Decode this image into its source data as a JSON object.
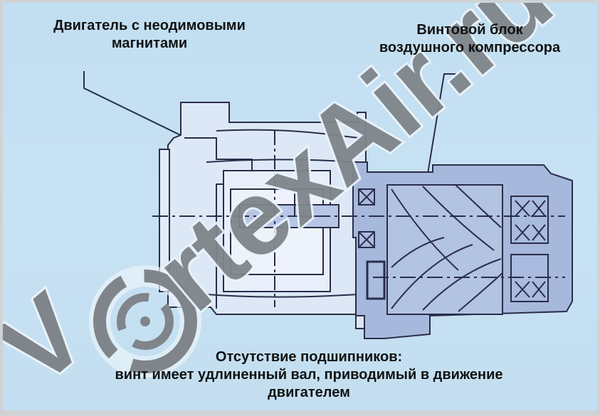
{
  "labels": {
    "motor": {
      "line1": "Двигатель с неодимовыми",
      "line2": "магнитами"
    },
    "screw_block": {
      "line1": "Винтовой блок",
      "line2": "воздушного компрессора"
    },
    "bottom": {
      "line1": "Отсутствие подшипников:",
      "line2": "винт имеет удлиненный вал, приводимый в движение",
      "line3": "двигателем"
    }
  },
  "watermark": {
    "text": "VortexAir.ru",
    "color": "#7f858a"
  },
  "colors": {
    "background": "#c4dff1",
    "motor_fill": "#dde8f6",
    "compressor_fill": "#a6b8dc",
    "line": "#2a2d4a"
  }
}
